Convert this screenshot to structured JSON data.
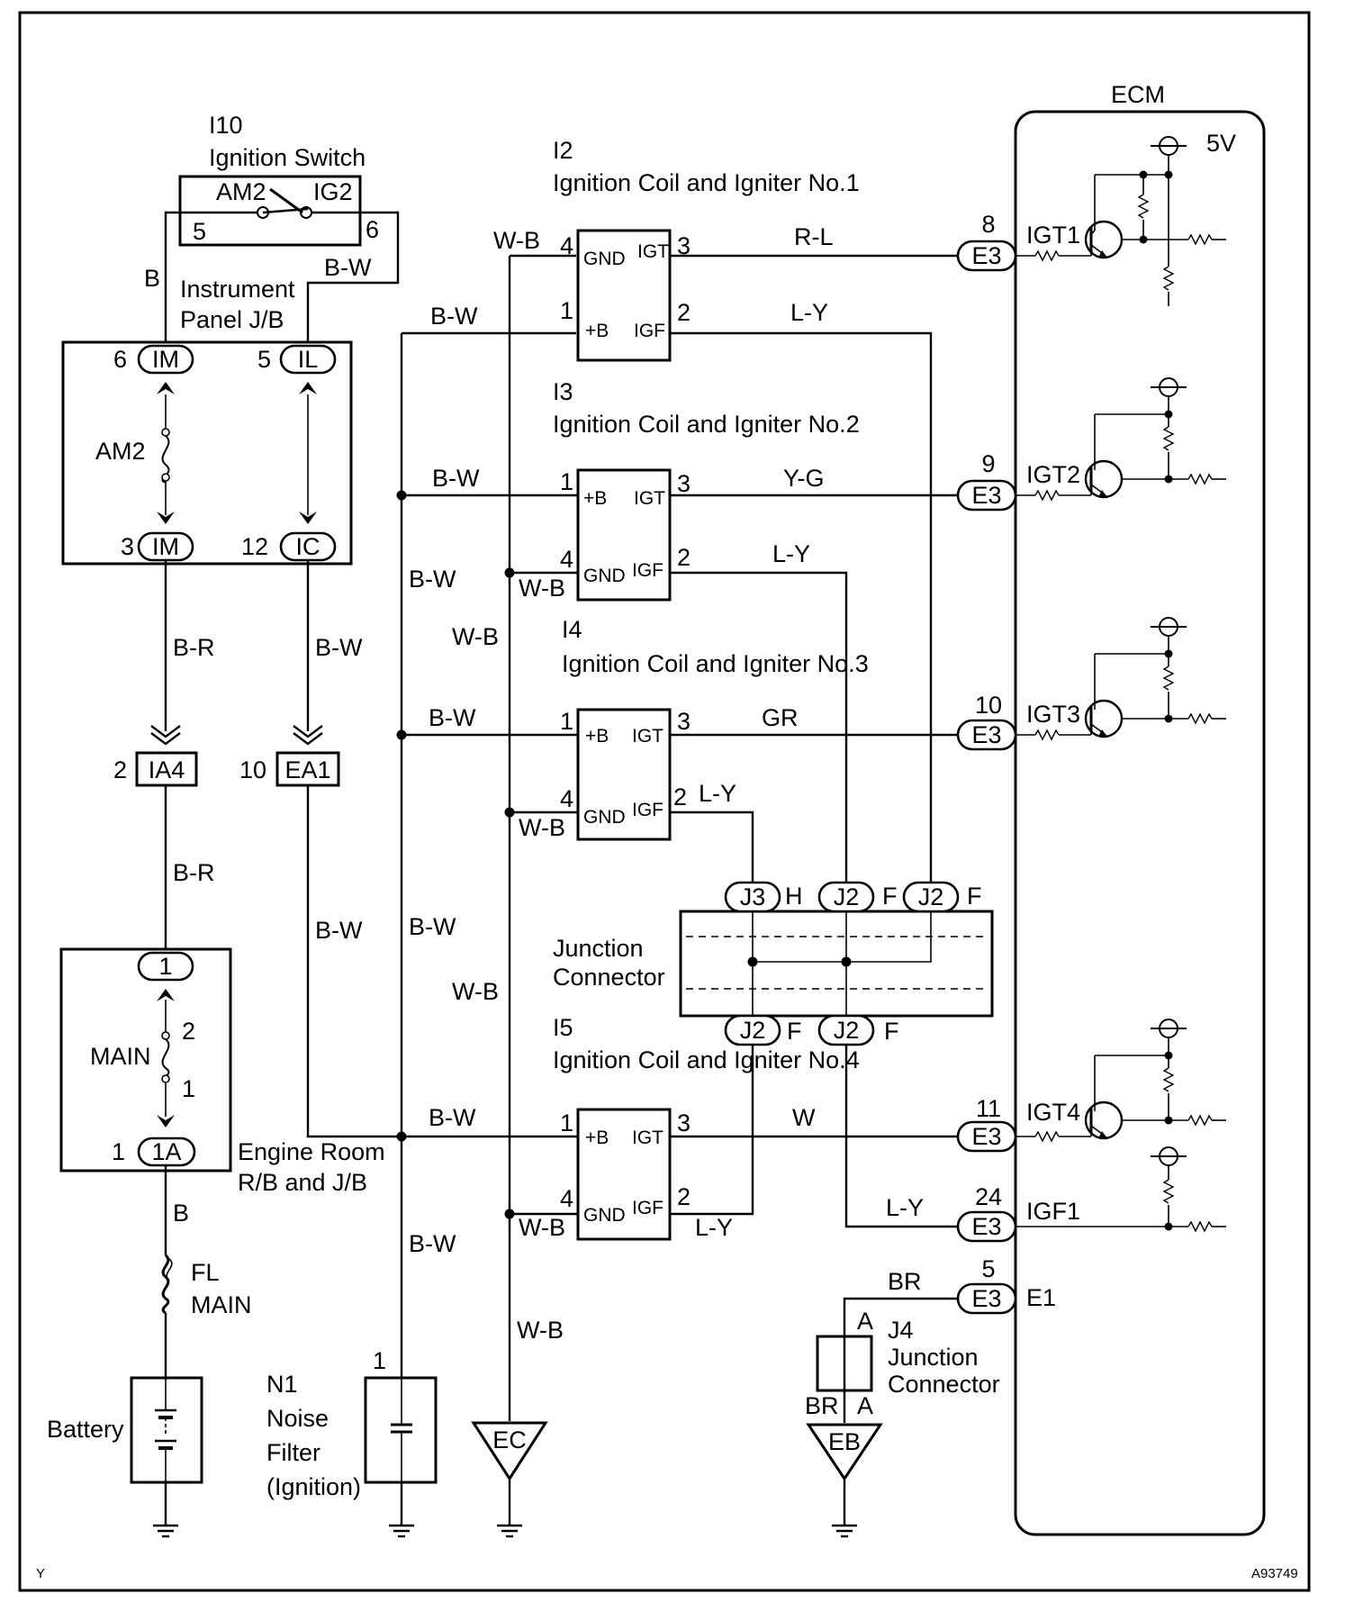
{
  "ignition_switch": {
    "id": "I10",
    "name": "Ignition Switch",
    "t_left": "AM2",
    "t_right": "IG2",
    "pin_left": "5",
    "pin_right": "6"
  },
  "instrument_panel_jb": {
    "name": "Instrument Panel J/B",
    "fuse": "AM2",
    "conn_im_top": "IM",
    "pin_im_top": "6",
    "conn_il": "IL",
    "pin_il": "5",
    "conn_im_bot": "IM",
    "pin_im_bot": "3",
    "conn_ic": "IC",
    "pin_ic": "12"
  },
  "engine_room_jb": {
    "name": "Engine Room R/B and J/B",
    "fuse": "MAIN",
    "fuse_pin_top": "2",
    "fuse_pin_bot": "1",
    "conn_top": "1",
    "conn_bot": "1A",
    "pin_bot": "1"
  },
  "fusible_link": "FL MAIN",
  "battery": "Battery",
  "noise_filter": {
    "id": "N1",
    "name": "Noise Filter (Ignition)",
    "pin": "1"
  },
  "connectors": {
    "ia4": "IA4",
    "ia4_pin": "2",
    "ea1": "EA1",
    "ea1_pin": "10"
  },
  "coils": [
    {
      "id": "I2",
      "name": "Ignition Coil and Igniter No.1"
    },
    {
      "id": "I3",
      "name": "Ignition Coil and Igniter No.2"
    },
    {
      "id": "I4",
      "name": "Ignition Coil and Igniter No.3"
    },
    {
      "id": "I5",
      "name": "Ignition Coil and Igniter No.4"
    }
  ],
  "coil_pins": {
    "gnd": "GND",
    "b": "+B",
    "igt": "IGT",
    "igf": "IGF"
  },
  "wire_colors": [
    "B",
    "B-W",
    "W-B",
    "B-R",
    "R-L",
    "L-Y",
    "Y-G",
    "GR",
    "W",
    "BR"
  ],
  "junction_connector": {
    "name": "Junction Connector",
    "j3": "J3",
    "j2": "J2",
    "h": "H",
    "f": "F"
  },
  "j4": {
    "id": "J4",
    "name": "Junction Connector",
    "pin_a": "A",
    "br": "BR"
  },
  "grounds": {
    "ec": "EC",
    "eb": "EB"
  },
  "ecm": {
    "title": "ECM",
    "vref": "5V",
    "connector": "E3",
    "signals": [
      {
        "pin": "8",
        "name": "IGT1"
      },
      {
        "pin": "9",
        "name": "IGT2"
      },
      {
        "pin": "10",
        "name": "IGT3"
      },
      {
        "pin": "11",
        "name": "IGT4"
      },
      {
        "pin": "24",
        "name": "IGF1"
      },
      {
        "pin": "5",
        "name": "E1"
      }
    ]
  },
  "corner_left": "Y",
  "figure_code": "A93749"
}
